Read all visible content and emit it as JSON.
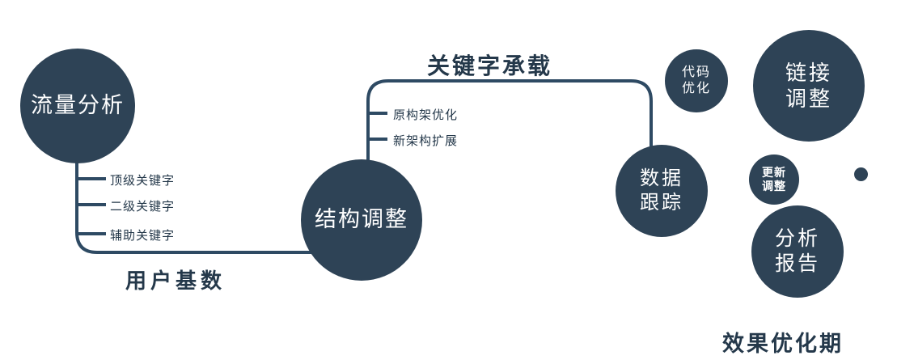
{
  "colors": {
    "node": "#2e4356",
    "line": "#2e4a63",
    "text": "#24384a"
  },
  "nodes": {
    "traffic": {
      "label": "流量分析"
    },
    "structure": {
      "label": "结构调整"
    },
    "tracking": {
      "line1": "数据",
      "line2": "跟踪"
    },
    "code": {
      "line1": "代码",
      "line2": "优化"
    },
    "link": {
      "line1": "链接",
      "line2": "调整"
    },
    "update": {
      "line1": "更新",
      "line2": "调整"
    },
    "report": {
      "line1": "分析",
      "line2": "报告"
    }
  },
  "edge_labels": {
    "user_base": "用户基数",
    "keyword_carrying": "关键字承载"
  },
  "branch_labels": {
    "traffic": [
      "顶级关键字",
      "二级关键字",
      "辅助关键字"
    ],
    "structure": [
      "原构架优化",
      "新架构扩展"
    ]
  },
  "caption": "效果优化期"
}
